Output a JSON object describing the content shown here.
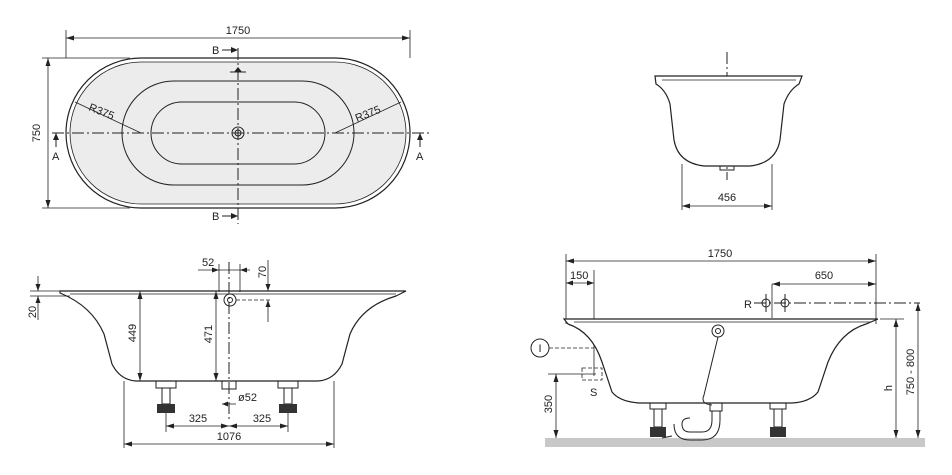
{
  "top_view": {
    "length_dim": "1750",
    "width_dim": "750",
    "radius_left": "R375",
    "radius_right": "R375",
    "section_b_top": "B",
    "section_b_bottom": "B",
    "section_a_left": "A",
    "section_a_right": "A"
  },
  "section_b_view": {
    "width_dim": "456"
  },
  "section_a_view": {
    "rim_dim": "20",
    "depth_dim": "449",
    "drain_depth_dim": "471",
    "offset_dim": "52",
    "overflow_dim": "70",
    "drain_dia": "ø52",
    "foot_left_dim": "325",
    "foot_right_dim": "325",
    "foot_total_dim": "1076"
  },
  "side_view": {
    "length_dim": "1750",
    "overflow_offset_dim": "150",
    "tap_offset_dim": "650",
    "tap_label": "R",
    "circle_label": "I",
    "s_label": "S",
    "floor_height_dim": "350",
    "h_label": "h",
    "total_height_dim": "750 - 800"
  }
}
